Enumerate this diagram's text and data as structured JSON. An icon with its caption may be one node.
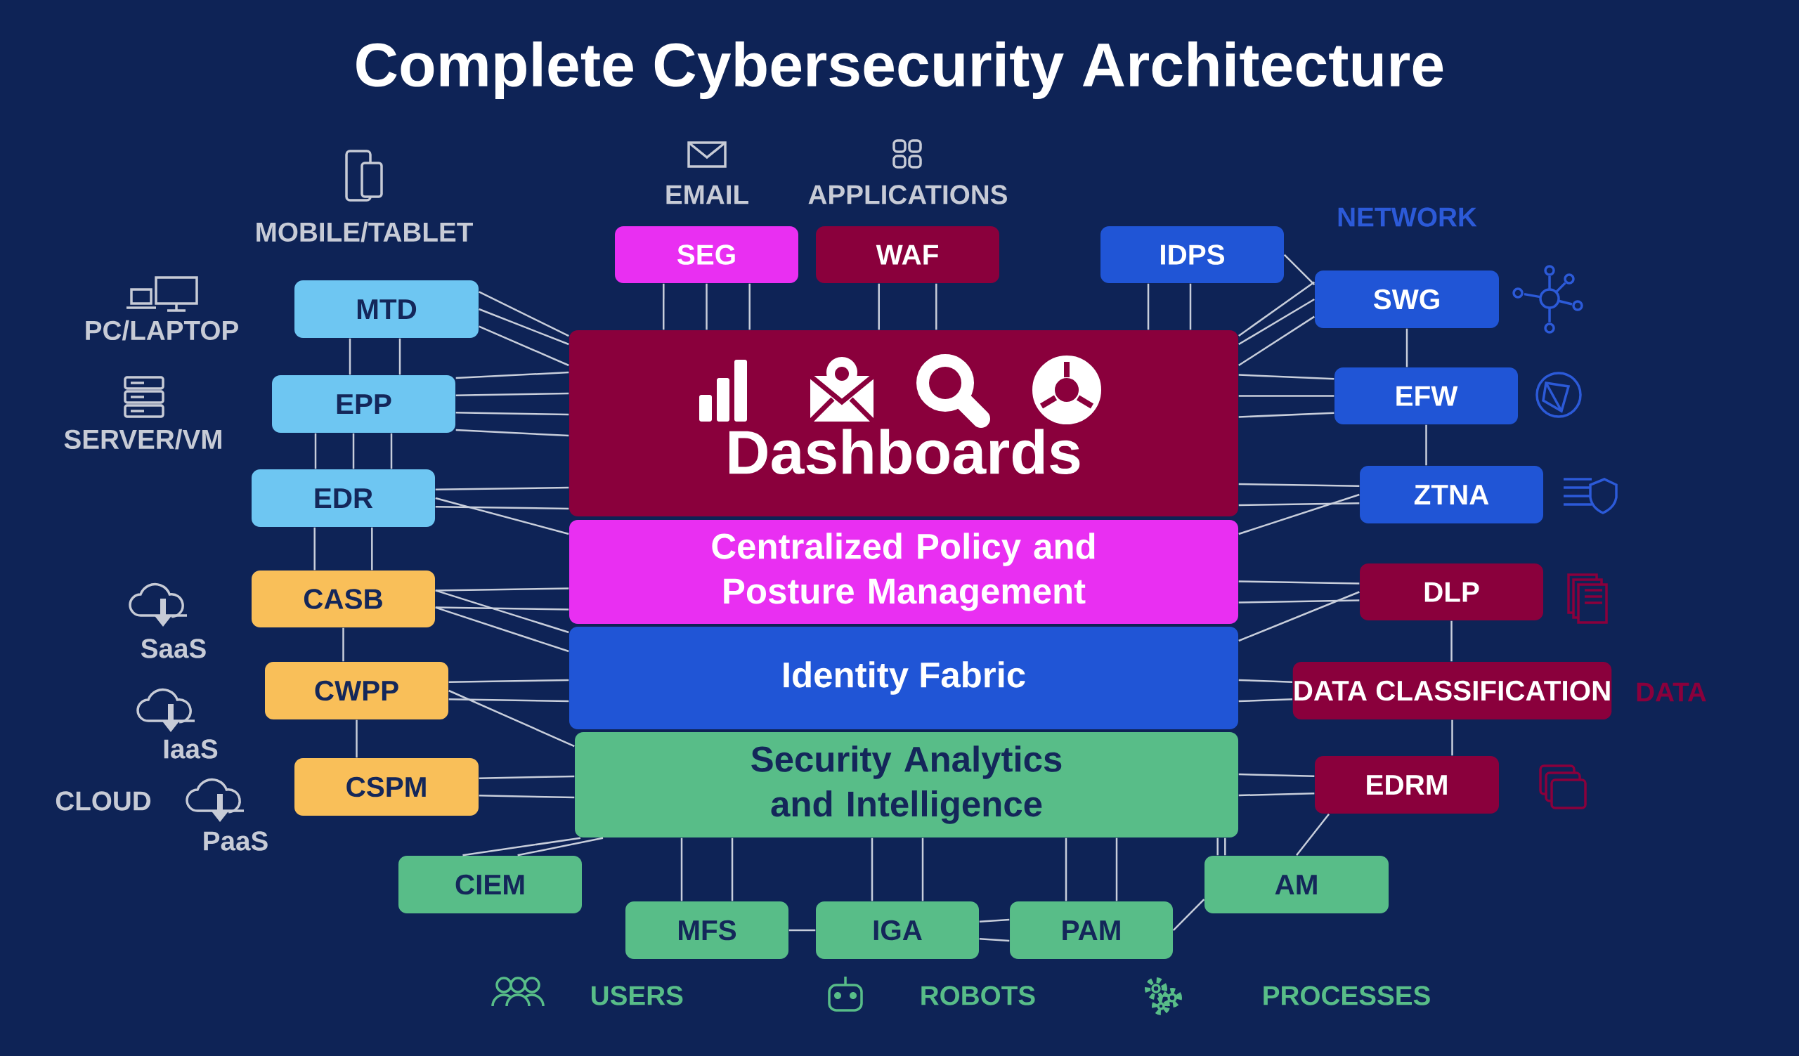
{
  "diagram": {
    "title": "Complete Cybersecurity Architecture",
    "nodes": [
      {
        "text": [
          "Dashboards"
        ]
      },
      {
        "text": [
          "Centralized Policy and Posture Management"
        ]
      },
      {
        "text": [
          "Identity Fabric"
        ]
      },
      {
        "text": [
          "Security Analytics and Intelligence"
        ]
      },
      {
        "text": [
          "SEG"
        ]
      },
      {
        "text": [
          "WAF"
        ]
      },
      {
        "text": [
          "IDPS"
        ]
      },
      {
        "text": [
          "MTD"
        ]
      },
      {
        "text": [
          "EPP"
        ]
      },
      {
        "text": [
          "EDR"
        ]
      },
      {
        "text": [
          "CASB"
        ]
      },
      {
        "text": [
          "CWPP"
        ]
      },
      {
        "text": [
          "CSPM"
        ]
      },
      {
        "text": [
          "SWG"
        ]
      },
      {
        "text": [
          "EFW"
        ]
      },
      {
        "text": [
          "ZTNA"
        ]
      },
      {
        "text": [
          "DLP"
        ]
      },
      {
        "text": [
          "DATA CLASSIFICATION"
        ]
      },
      {
        "text": [
          "EDRM"
        ]
      },
      {
        "text": [
          "CIEM"
        ]
      },
      {
        "text": [
          "MFS"
        ]
      },
      {
        "text": [
          "IGA"
        ]
      },
      {
        "text": [
          "PAM"
        ]
      },
      {
        "text": [
          "AM"
        ]
      }
    ],
    "edges": [
      {
        "from": 7,
        "to": 8,
        "arrow": "none"
      },
      {
        "from": 7,
        "to": 8,
        "arrow": "none"
      },
      {
        "from": 8,
        "to": 9,
        "arrow": "none"
      },
      {
        "from": 8,
        "to": 9,
        "arrow": "none"
      },
      {
        "from": 8,
        "to": 9,
        "arrow": "none"
      },
      {
        "from": 9,
        "to": 10,
        "arrow": "none"
      },
      {
        "from": 9,
        "to": 10,
        "arrow": "none"
      },
      {
        "from": 10,
        "to": 11,
        "arrow": "none"
      },
      {
        "from": 11,
        "to": 12,
        "arrow": "none"
      },
      {
        "from": 13,
        "to": 14,
        "arrow": "none"
      },
      {
        "from": 14,
        "to": 15,
        "arrow": "none"
      },
      {
        "from": 16,
        "to": 17,
        "arrow": "none"
      },
      {
        "from": 17,
        "to": 18,
        "arrow": "none"
      },
      {
        "from": 20,
        "to": 21,
        "arrow": "none"
      },
      {
        "from": 21,
        "to": 22,
        "arrow": "none"
      },
      {
        "from": 21,
        "to": 22,
        "arrow": "none"
      },
      {
        "from": 22,
        "to": 23,
        "arrow": "none"
      },
      {
        "from": 7,
        "to": 0,
        "arrow": "none"
      },
      {
        "from": 7,
        "to": 0,
        "arrow": "none"
      },
      {
        "from": 7,
        "to": 0,
        "arrow": "none"
      },
      {
        "from": 8,
        "to": 0,
        "arrow": "none"
      },
      {
        "from": 8,
        "to": 0,
        "arrow": "none"
      },
      {
        "from": 8,
        "to": 0,
        "arrow": "none"
      },
      {
        "from": 8,
        "to": 0,
        "arrow": "none"
      },
      {
        "from": 9,
        "to": 0,
        "arrow": "none"
      },
      {
        "from": 9,
        "to": 0,
        "arrow": "none"
      },
      {
        "from": 9,
        "to": 1,
        "arrow": "none"
      },
      {
        "from": 10,
        "to": 1,
        "arrow": "none"
      },
      {
        "from": 10,
        "to": 1,
        "arrow": "none"
      },
      {
        "from": 10,
        "to": 2,
        "arrow": "none"
      },
      {
        "from": 10,
        "to": 2,
        "arrow": "none"
      },
      {
        "from": 11,
        "to": 2,
        "arrow": "none"
      },
      {
        "from": 11,
        "to": 2,
        "arrow": "none"
      },
      {
        "from": 11,
        "to": 3,
        "arrow": "none"
      },
      {
        "from": 12,
        "to": 3,
        "arrow": "none"
      },
      {
        "from": 12,
        "to": 3,
        "arrow": "none"
      },
      {
        "from": 19,
        "to": 3,
        "arrow": "none"
      },
      {
        "from": 19,
        "to": 3,
        "arrow": "none"
      },
      {
        "from": 4,
        "to": 0,
        "arrow": "none"
      },
      {
        "from": 4,
        "to": 0,
        "arrow": "none"
      },
      {
        "from": 4,
        "to": 0,
        "arrow": "none"
      },
      {
        "from": 5,
        "to": 0,
        "arrow": "none"
      },
      {
        "from": 5,
        "to": 0,
        "arrow": "none"
      },
      {
        "from": 6,
        "to": 0,
        "arrow": "none"
      },
      {
        "from": 6,
        "to": 0,
        "arrow": "none"
      },
      {
        "from": 6,
        "to": 13,
        "arrow": "none"
      },
      {
        "from": 13,
        "to": 0,
        "arrow": "none"
      },
      {
        "from": 13,
        "to": 0,
        "arrow": "none"
      },
      {
        "from": 13,
        "to": 0,
        "arrow": "none"
      },
      {
        "from": 14,
        "to": 0,
        "arrow": "none"
      },
      {
        "from": 14,
        "to": 0,
        "arrow": "none"
      },
      {
        "from": 14,
        "to": 0,
        "arrow": "none"
      },
      {
        "from": 15,
        "to": 0,
        "arrow": "none"
      },
      {
        "from": 15,
        "to": 0,
        "arrow": "none"
      },
      {
        "from": 15,
        "to": 1,
        "arrow": "none"
      },
      {
        "from": 16,
        "to": 1,
        "arrow": "none"
      },
      {
        "from": 16,
        "to": 1,
        "arrow": "none"
      },
      {
        "from": 16,
        "to": 2,
        "arrow": "none"
      },
      {
        "from": 17,
        "to": 2,
        "arrow": "none"
      },
      {
        "from": 17,
        "to": 2,
        "arrow": "none"
      },
      {
        "from": 18,
        "to": 3,
        "arrow": "none"
      },
      {
        "from": 18,
        "to": 3,
        "arrow": "none"
      },
      {
        "from": 23,
        "to": 3,
        "arrow": "none"
      },
      {
        "from": 23,
        "to": 3,
        "arrow": "none"
      },
      {
        "from": 23,
        "to": 18,
        "arrow": "none"
      },
      {
        "from": 20,
        "to": 3,
        "arrow": "none"
      },
      {
        "from": 20,
        "to": 3,
        "arrow": "none"
      },
      {
        "from": 21,
        "to": 3,
        "arrow": "none"
      },
      {
        "from": 21,
        "to": 3,
        "arrow": "none"
      },
      {
        "from": 22,
        "to": 3,
        "arrow": "none"
      },
      {
        "from": 22,
        "to": 3,
        "arrow": "none"
      }
    ],
    "labels": [
      "EMAIL",
      "APPLICATIONS",
      "MOBILE/TABLET",
      "NETWORK",
      "PC/LAPTOP",
      "SERVER/VM",
      "SaaS",
      "DATA",
      "IaaS",
      "CLOUD",
      "PaaS",
      "USERS",
      "ROBOTS",
      "PROCESSES"
    ]
  }
}
